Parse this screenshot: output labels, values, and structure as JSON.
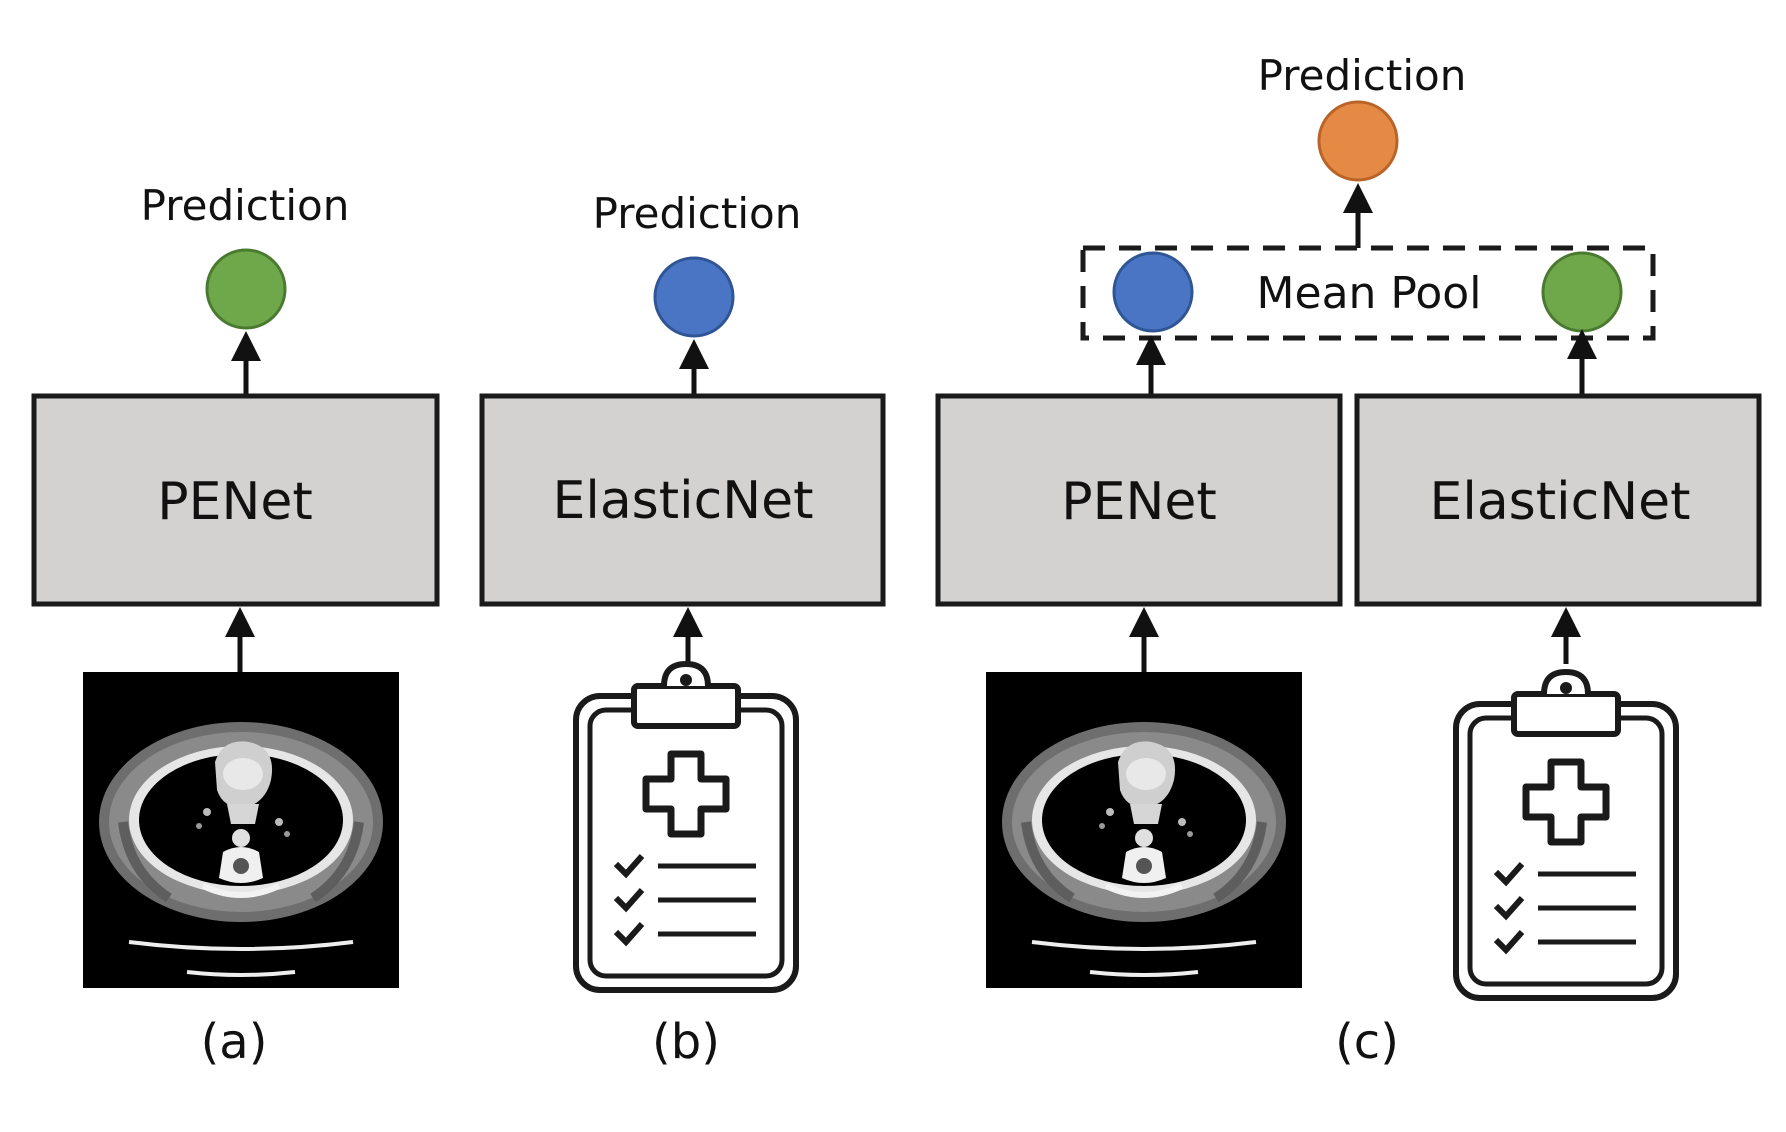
{
  "colors": {
    "box_fill": "#d4d1d1",
    "box_stroke": "#1a1a1a",
    "green": "#6fa84a",
    "blue": "#4a74c4",
    "orange": "#e58a45",
    "ct_background": "#000000"
  },
  "panel_a": {
    "prediction_label": "Prediction",
    "model_label": "PENet",
    "input_icon": "ct-scan-image",
    "caption": "(a)"
  },
  "panel_b": {
    "prediction_label": "Prediction",
    "model_label": "ElasticNet",
    "input_icon": "medical-clipboard-icon",
    "caption": "(b)"
  },
  "panel_c": {
    "prediction_label": "Prediction",
    "pool_label": "Mean Pool",
    "model_left_label": "PENet",
    "model_right_label": "ElasticNet",
    "input_left_icon": "ct-scan-image",
    "input_right_icon": "medical-clipboard-icon",
    "caption": "(c)"
  }
}
